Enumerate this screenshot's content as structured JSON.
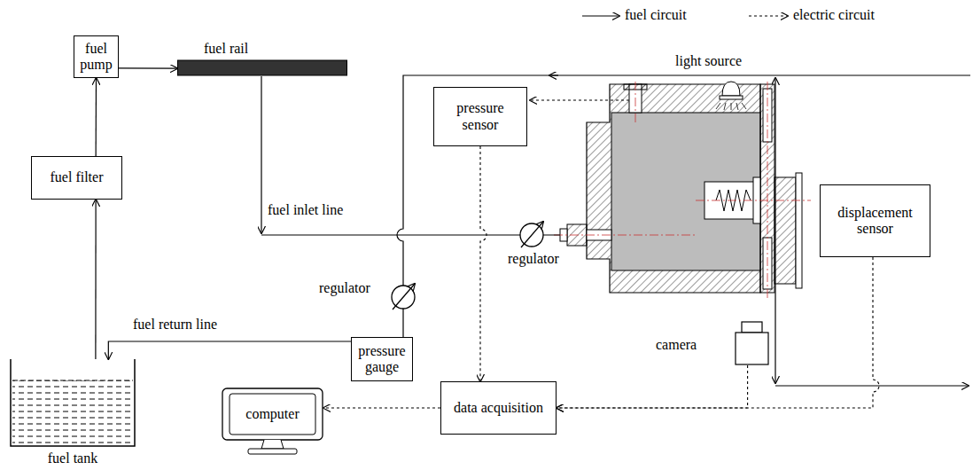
{
  "diagram": {
    "nodes": [
      {
        "text": [
          "fuel pump"
        ]
      },
      {
        "text": [
          "fuel rail"
        ]
      },
      {
        "text": [
          "fuel filter"
        ]
      },
      {
        "text": [
          "fuel tank"
        ]
      },
      {
        "text": [
          "pressure sensor"
        ]
      },
      {
        "text": [
          "displacement sensor"
        ]
      },
      {
        "text": [
          "pressure gauge"
        ]
      },
      {
        "text": [
          "data acquisition"
        ]
      },
      {
        "text": [
          "computer"
        ]
      },
      {
        "text": [
          "camera"
        ]
      }
    ],
    "edges": [
      {
        "from": 3,
        "to": 2,
        "arrow": "to"
      },
      {
        "from": 2,
        "to": 0,
        "arrow": "to"
      },
      {
        "from": 0,
        "to": 1,
        "arrow": "to"
      },
      {
        "from": 6,
        "to": 3,
        "arrow": "to"
      },
      {
        "from": 4,
        "to": 7,
        "arrow": "to"
      },
      {
        "from": 9,
        "to": 7,
        "arrow": "to"
      },
      {
        "from": 5,
        "to": 7,
        "arrow": "to"
      },
      {
        "from": 7,
        "to": 8,
        "arrow": "to"
      }
    ],
    "labels": [
      "fuel inlet line",
      "regulator",
      "regulator",
      "fuel return line",
      "light source"
    ],
    "legend": [
      {
        "text": "fuel circuit"
      },
      {
        "text": "electric circuit"
      }
    ]
  }
}
